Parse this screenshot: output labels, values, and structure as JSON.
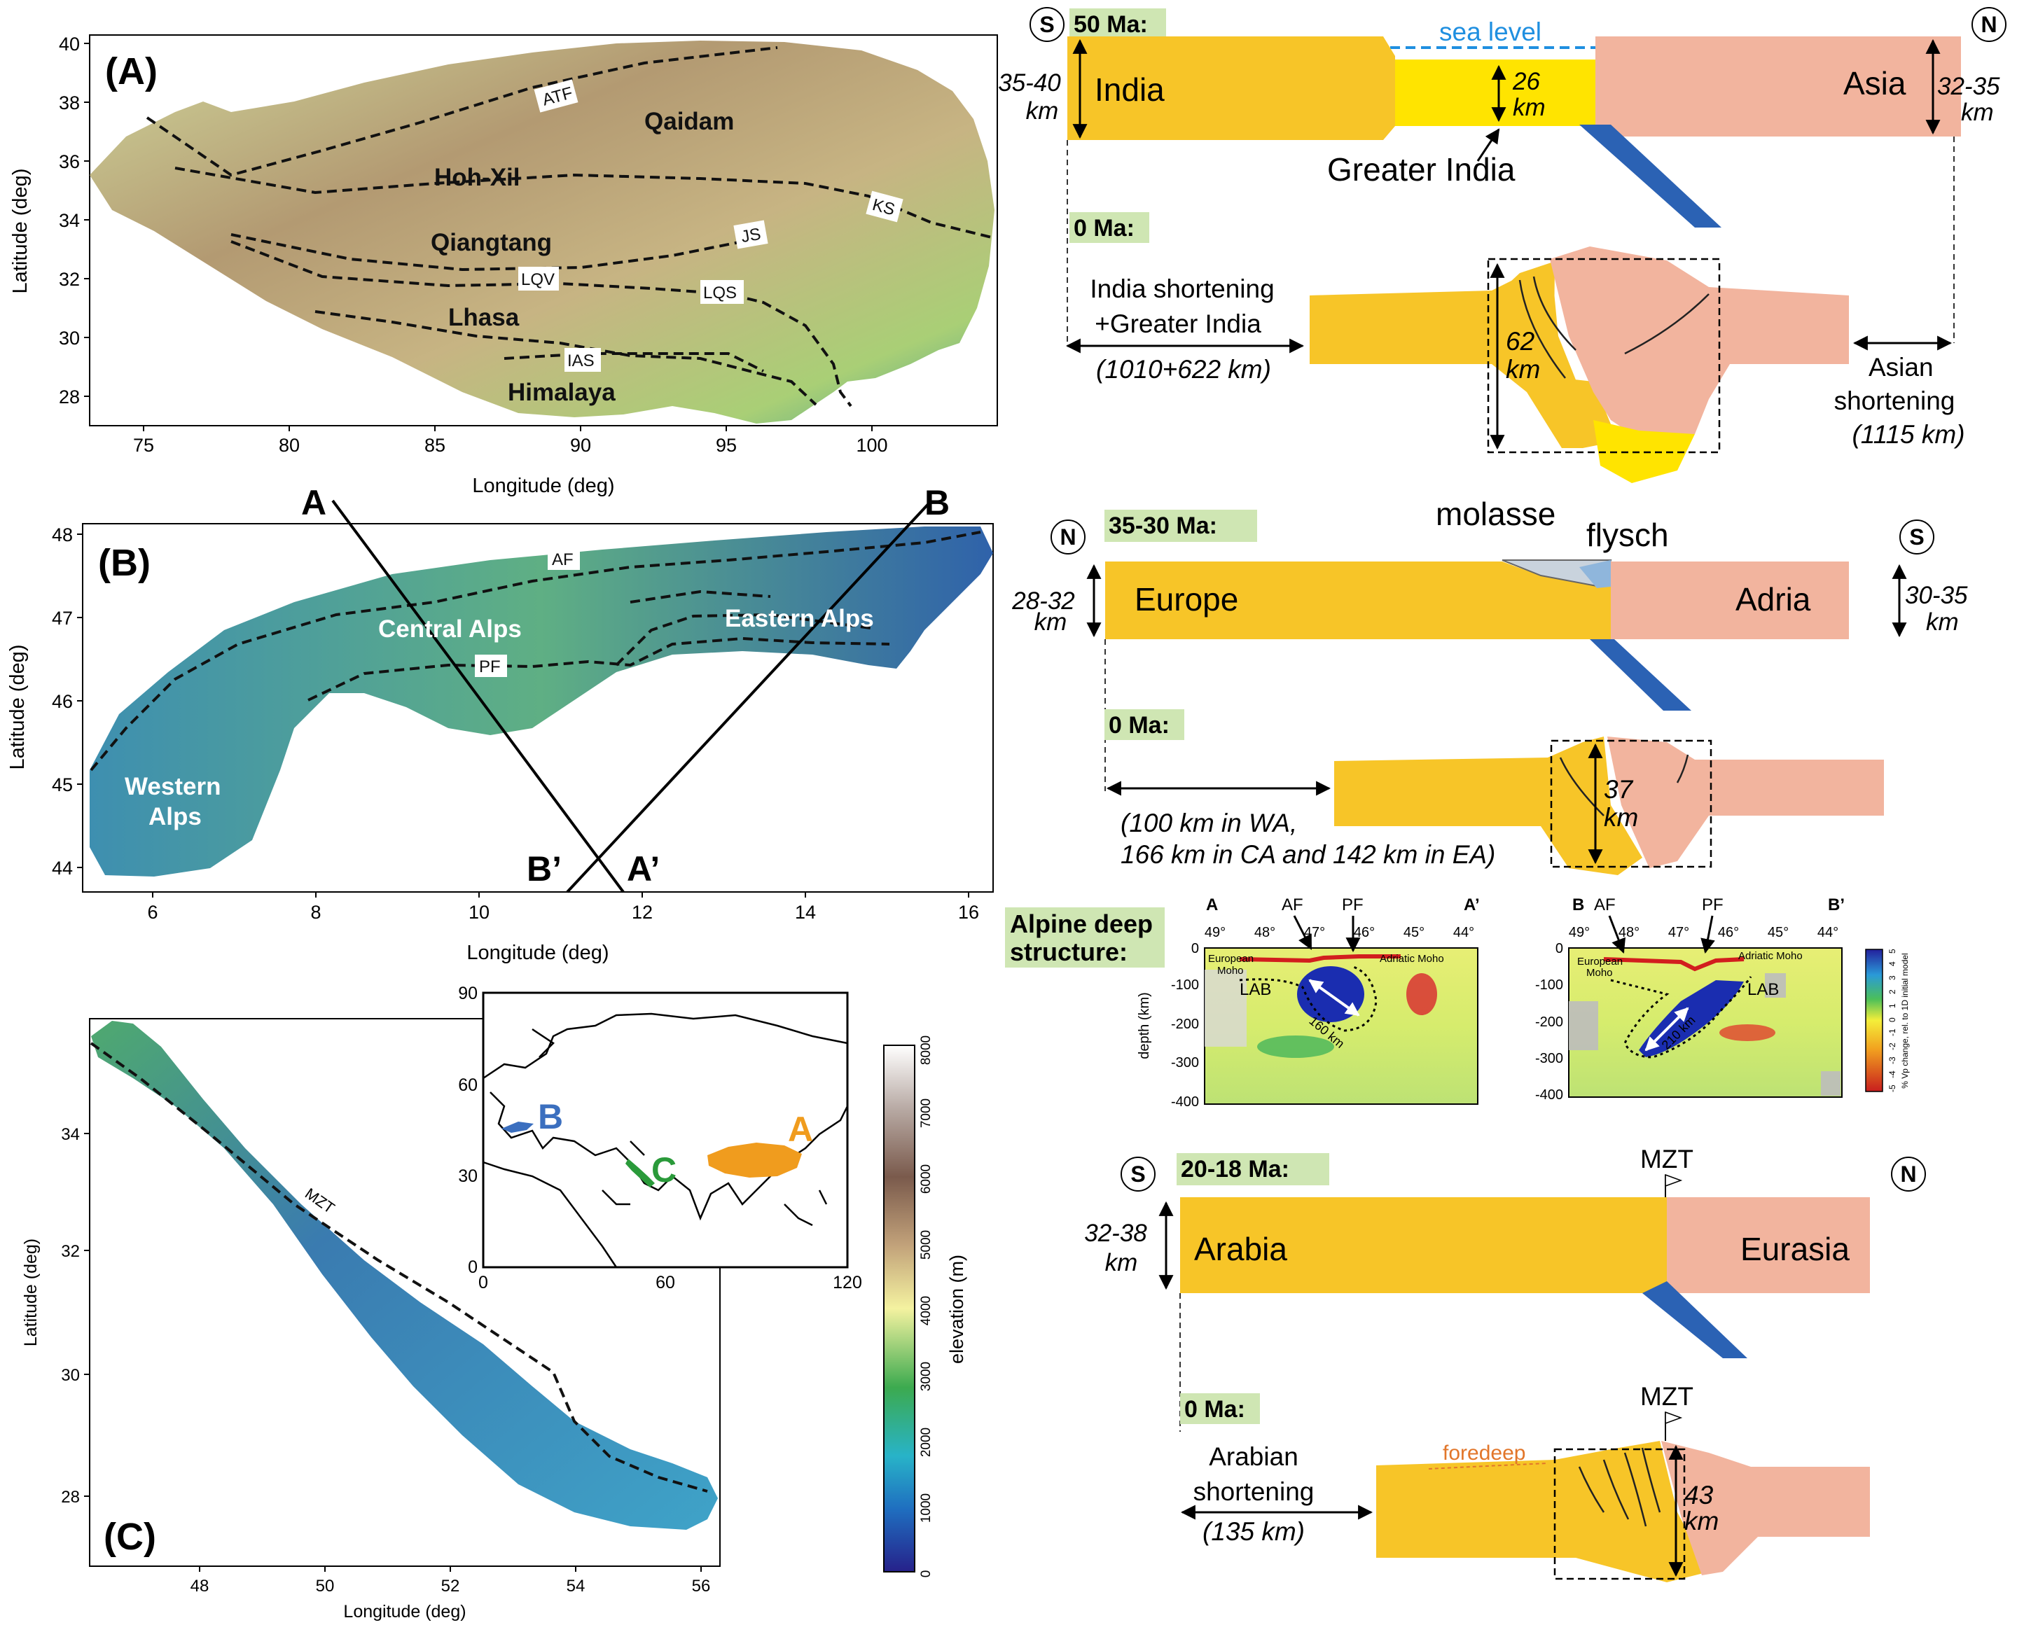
{
  "colors": {
    "india": "#f7c528",
    "asia": "#f2b49e",
    "greater_india": "#ffe400",
    "slab": "#2b62b4",
    "sea": "#1f8fe0",
    "green_label": "#cfe6b3",
    "foredeep": "#e2762a",
    "inset_A": "#f09c1e",
    "inset_B": "#3b6fbf",
    "inset_C": "#2a9a3a"
  },
  "common": {
    "lat_label": "Latitude (deg)",
    "lon_label": "Longitude (deg)",
    "ma0": "0 Ma:"
  },
  "panelA": {
    "tag": "(A)",
    "yticks": [
      "40",
      "38",
      "36",
      "34",
      "32",
      "30",
      "28"
    ],
    "xticks": [
      "75",
      "80",
      "85",
      "90",
      "95",
      "100"
    ],
    "regions": [
      "Qaidam",
      "Hoh-Xil",
      "Qiangtang",
      "Lhasa",
      "Himalaya"
    ],
    "faults": [
      "ATF",
      "KS",
      "JS",
      "LQV",
      "LQS",
      "IAS"
    ]
  },
  "panelB": {
    "tag": "(B)",
    "yticks": [
      "48",
      "47",
      "46",
      "45",
      "44"
    ],
    "xticks": [
      "6",
      "8",
      "10",
      "12",
      "14",
      "16"
    ],
    "profile_labels": [
      "A",
      "B",
      "B’",
      "A’"
    ],
    "faults": [
      "AF",
      "PF"
    ],
    "regions": [
      "Central Alps",
      "Eastern Alps",
      "Western",
      "Alps"
    ]
  },
  "panelC": {
    "tag": "(C)",
    "yticks": [
      "34",
      "32",
      "30",
      "28"
    ],
    "xticks": [
      "48",
      "50",
      "52",
      "54",
      "56"
    ],
    "fault": "MZT"
  },
  "inset": {
    "yticks": [
      "90",
      "60",
      "30",
      "0"
    ],
    "xticks": [
      "0",
      "60",
      "120"
    ],
    "labels": [
      "B",
      "C",
      "A"
    ]
  },
  "colorbar": {
    "label": "elevation (m)",
    "ticks": [
      "0",
      "1000",
      "2000",
      "3000",
      "4000",
      "5000",
      "6000",
      "7000",
      "8000"
    ]
  },
  "tibet": {
    "age50": "50 Ma:",
    "S": "S",
    "N": "N",
    "sea_level": "sea level",
    "india": "India",
    "asia": "Asia",
    "thick_india": [
      "35-40",
      "km"
    ],
    "thick_gi": [
      "26",
      "km"
    ],
    "thick_asia": [
      "32-35",
      "km"
    ],
    "greater_india": "Greater India",
    "india_short": [
      "India shortening",
      "+Greater India"
    ],
    "india_short_val": "(1010+622 km)",
    "thick_now": [
      "62",
      "km"
    ],
    "asian_short": [
      "Asian",
      "shortening"
    ],
    "asian_short_val": "(1115 km)"
  },
  "alps": {
    "age": "35-30 Ma:",
    "N": "N",
    "S": "S",
    "molasse": "molasse",
    "flysch": "flysch",
    "europe": "Europe",
    "adria": "Adria",
    "thick_eu": [
      "28-32",
      "km"
    ],
    "thick_ad": [
      "30-35",
      "km"
    ],
    "thick_now": [
      "37",
      "km"
    ],
    "short1": "(100 km in WA,",
    "short2": "166 km in CA and 142 km in EA)"
  },
  "deep": {
    "label": [
      "Alpine deep",
      "structure:"
    ],
    "left": {
      "ends": [
        "A",
        "A’"
      ],
      "xticks": [
        "49°",
        "48°",
        "47°",
        "46°",
        "45°",
        "44°"
      ],
      "faults": [
        "AF",
        "PF"
      ],
      "moho_left": [
        "European",
        "Moho"
      ],
      "moho_right": "Adriatic Moho",
      "lab": "LAB",
      "dist": "160 km"
    },
    "right": {
      "ends": [
        "B",
        "B’"
      ],
      "xticks": [
        "49°",
        "48°",
        "47°",
        "46°",
        "45°",
        "44°"
      ],
      "faults": [
        "AF",
        "PF"
      ],
      "moho_left": [
        "European",
        "Moho"
      ],
      "moho_right": "Adriatic Moho",
      "lab": "LAB",
      "dist": "210 km"
    },
    "yticks": [
      "0",
      "-100",
      "-200",
      "-300",
      "-400"
    ],
    "ylabel": "depth (km)",
    "cb_ticks": [
      "-5",
      "-4",
      "-3",
      "-2",
      "-1",
      "0",
      "1",
      "2",
      "3",
      "4",
      "5"
    ],
    "cb_label": [
      "% Vp change, rel. to 1D initial model"
    ]
  },
  "zagros": {
    "age": "20-18 Ma:",
    "S": "S",
    "N": "N",
    "mzt": "MZT",
    "arabia": "Arabia",
    "eurasia": "Eurasia",
    "thick": [
      "32-38",
      "km"
    ],
    "foredeep": "foredeep",
    "short": [
      "Arabian",
      "shortening"
    ],
    "short_val": "(135 km)",
    "thick_now": [
      "43",
      "km"
    ]
  }
}
